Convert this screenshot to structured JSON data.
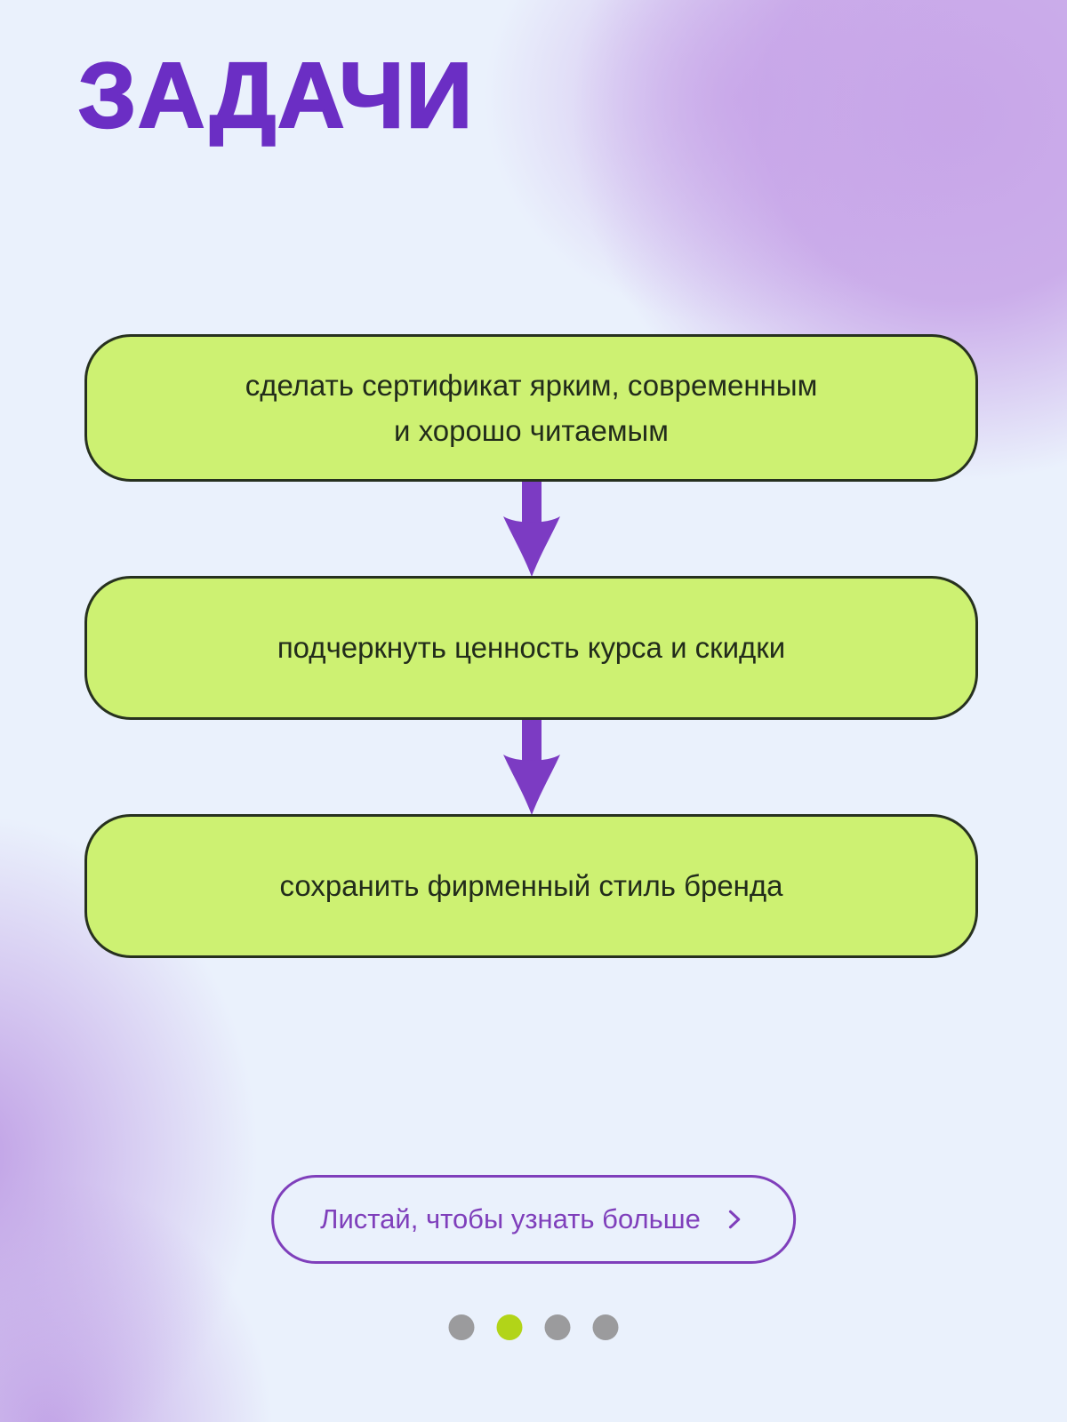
{
  "page": {
    "title": "ЗАДАЧИ"
  },
  "flow": {
    "connector_icon": "arrow-down-icon",
    "steps": [
      {
        "text": "сделать сертификат ярким, современным\nи хорошо читаемым"
      },
      {
        "text": "подчеркнуть ценность курса и скидки"
      },
      {
        "text": "сохранить фирменный стиль бренда"
      }
    ]
  },
  "cta": {
    "label": "Листай, чтобы узнать больше",
    "icon": "chevron-right-icon"
  },
  "pagination": {
    "count": 4,
    "active_index": 1,
    "dots": [
      "inactive",
      "active",
      "inactive",
      "inactive"
    ]
  },
  "colors": {
    "background": "#EAF1FC",
    "blob-purple": "#C7A4E8",
    "title-purple": "#6B2EC4",
    "card-green": "#CDF172",
    "card-border": "#27311F",
    "card-text": "#222C1B",
    "arrow-purple": "#7C3BC3",
    "cta-purple": "#7F3FBB",
    "dot-active": "#B2D418",
    "dot-inactive": "#9B9B9D"
  }
}
